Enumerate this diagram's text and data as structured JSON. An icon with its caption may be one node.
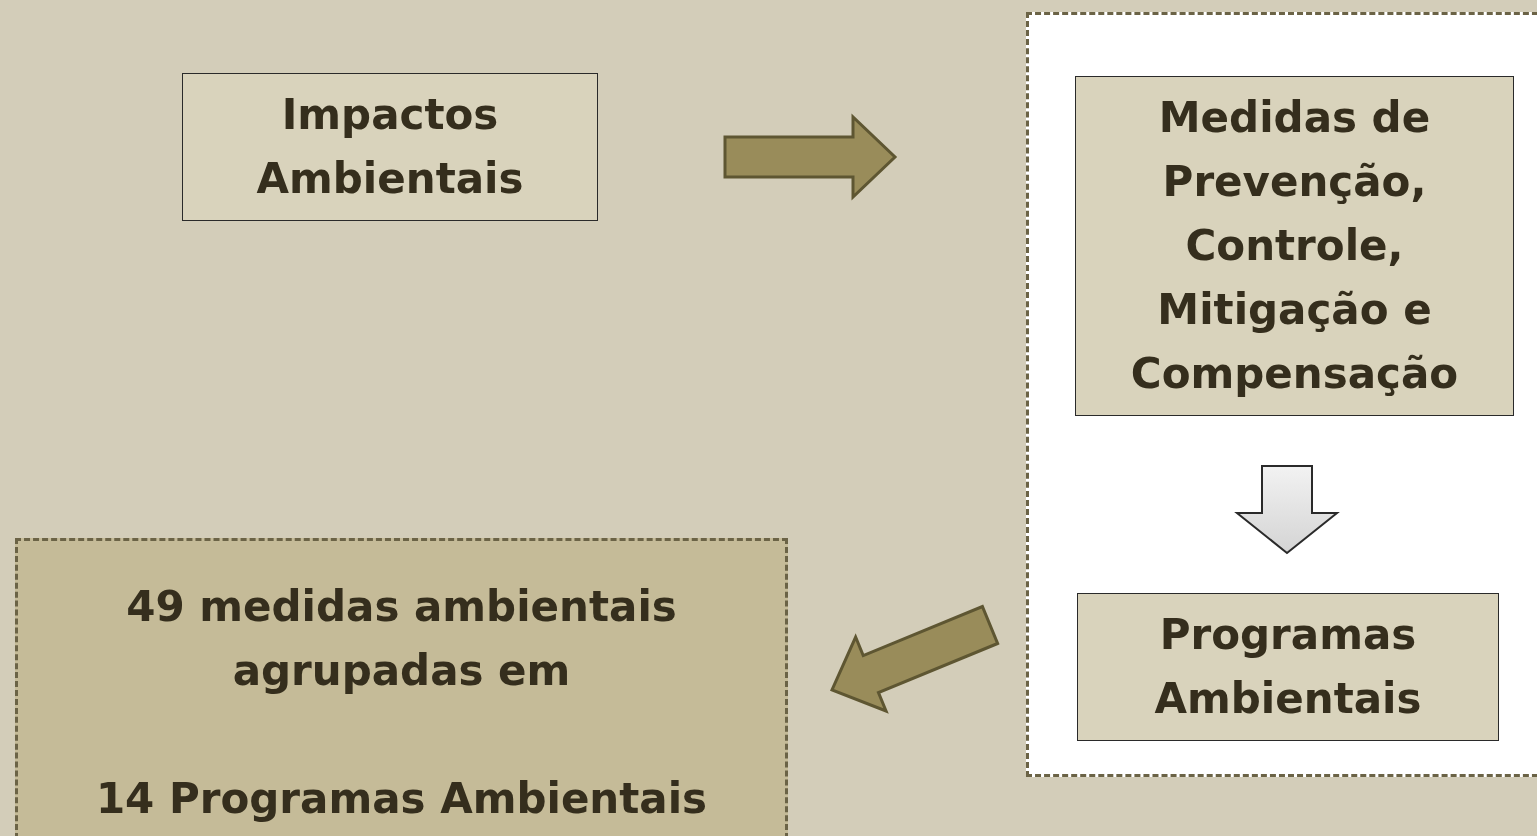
{
  "diagram": {
    "nodes": [
      {
        "text": [
          "Impactos Ambientais"
        ]
      },
      {
        "text": [],
        "shape": "box"
      },
      {
        "text": [
          "Medidas de Prevenção, Controle, Mitigação e Compensação"
        ],
        "in": 1
      },
      {
        "text": [
          "Programas Ambientais"
        ],
        "in": 1
      },
      {
        "text": [
          "49 medidas ambientais agrupadas em",
          "14 Programas Ambientais"
        ]
      }
    ],
    "edges": [
      {
        "from": 0,
        "to": 1,
        "arrow": "to"
      },
      {
        "from": 2,
        "to": 3,
        "arrow": "to",
        "color": "#d4d4d4"
      },
      {
        "from": 1,
        "to": 4,
        "arrow": "to"
      }
    ]
  }
}
